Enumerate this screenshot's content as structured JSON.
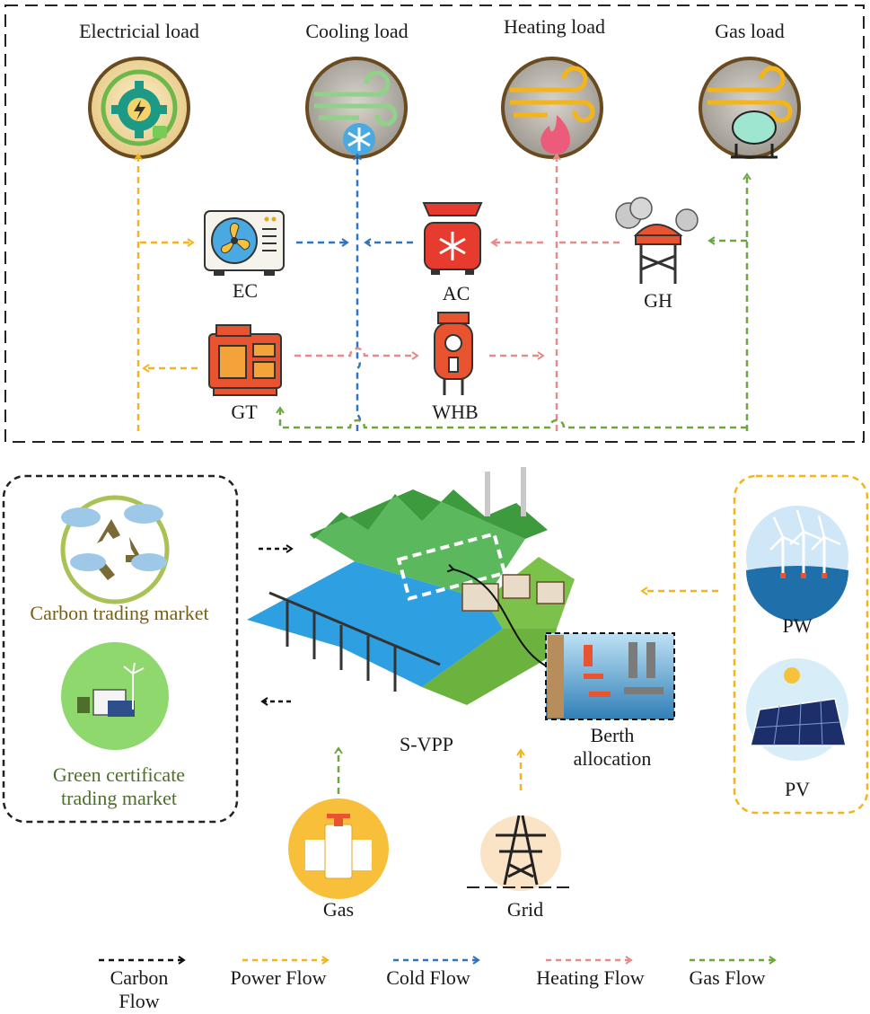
{
  "loads": {
    "electrical": "Electricial load",
    "cooling": "Cooling load",
    "heating": "Heating load",
    "gas": "Gas load"
  },
  "devices": {
    "ec": "EC",
    "ac": "AC",
    "gh": "GH",
    "gt": "GT",
    "whb": "WHB"
  },
  "markets": {
    "carbon": "Carbon trading market",
    "green": "Green certificate trading market"
  },
  "center": {
    "svpp": "S-VPP",
    "berth": "Berth allocation"
  },
  "sources": {
    "pw": "PW",
    "pv": "PV",
    "gas": "Gas",
    "grid": "Grid"
  },
  "legend": [
    {
      "label": "Carbon Flow",
      "color": "#111111"
    },
    {
      "label": "Power Flow",
      "color": "#f4b51b"
    },
    {
      "label": "Cold Flow",
      "color": "#2f73c1"
    },
    {
      "label": "Heating Flow",
      "color": "#e88a86"
    },
    {
      "label": "Gas Flow",
      "color": "#6aa83a"
    }
  ],
  "colors": {
    "carbon": "#111111",
    "power": "#f4b51b",
    "cold": "#2f73c1",
    "heating": "#e88a86",
    "gas": "#6aa83a"
  }
}
